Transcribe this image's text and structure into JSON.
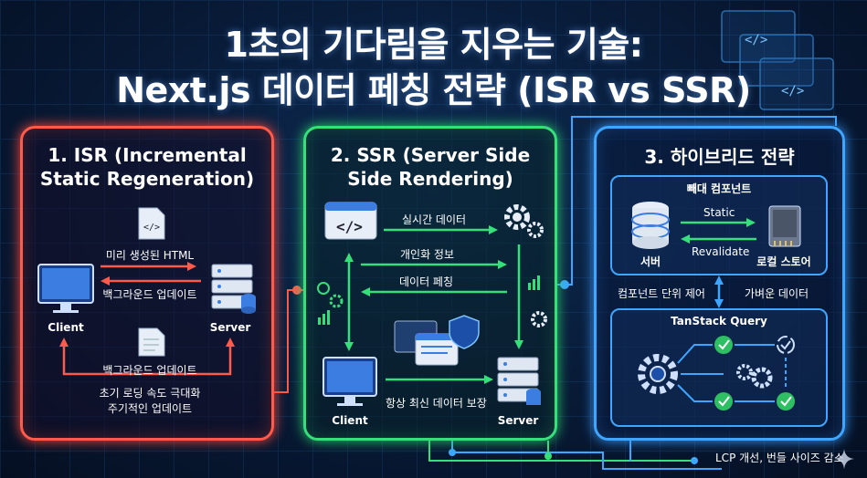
{
  "title": {
    "line1": "1초의 기다림을 지우는 기술:",
    "line2": "Next.js 데이터 페칭 전략 (ISR vs SSR)"
  },
  "isr": {
    "title_line1": "1. ISR (Incremental",
    "title_line2": "Static Regeneration)",
    "prerendered_html": "미리 생성된 HTML",
    "bg_update_top": "백그라운드 업데이트",
    "client": "Client",
    "server": "Server",
    "bg_update_bottom": "백그라운드 업데이트",
    "note_line1": "초기 로딩 속도 극대화",
    "note_line2": "주기적인 업데이트"
  },
  "ssr": {
    "title_line1": "2. SSR (Server Side",
    "title_line2": "Side Rendering)",
    "realtime_data": "실시간 데이터",
    "personal_info": "개인화 정보",
    "data_fetch": "데이터 페칭",
    "always_latest": "항상 최신 데이터 보장",
    "client": "Client",
    "server": "Server"
  },
  "hybrid": {
    "title": "3. 하이브리드 전략",
    "component_box_title": "빼대 컴포넌트",
    "static": "Static",
    "revalidate": "Revalidate",
    "server": "서버",
    "local_store": "로컬 스토어",
    "per_component_control": "컴포넌트 단위 제어",
    "lightweight_data": "가벼운 데이터",
    "tanstack": "TanStack Query"
  },
  "footer": {
    "note": "LCP 개선, 번들 사이즈 감소"
  },
  "colors": {
    "isr": "#ff5a4a",
    "ssr": "#35e07a",
    "hybrid": "#3fa6ff",
    "background": "#07162e"
  }
}
